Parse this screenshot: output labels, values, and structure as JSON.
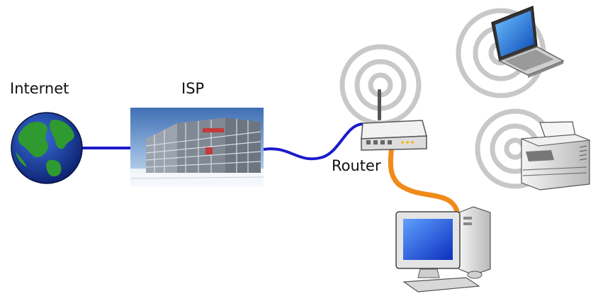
{
  "diagram": {
    "nodes": [
      {
        "id": "internet",
        "label": "Internet",
        "icon": "globe-icon"
      },
      {
        "id": "isp",
        "label": "ISP",
        "icon": "building-photo"
      },
      {
        "id": "router",
        "label": "Router",
        "icon": "wireless-router-icon"
      },
      {
        "id": "laptop",
        "label": "",
        "icon": "laptop-icon"
      },
      {
        "id": "printer",
        "label": "",
        "icon": "printer-icon"
      },
      {
        "id": "desktop",
        "label": "",
        "icon": "desktop-computer-icon"
      }
    ],
    "edges": [
      {
        "from": "internet",
        "to": "isp",
        "kind": "wired",
        "color": "#1a1acc"
      },
      {
        "from": "isp",
        "to": "router",
        "kind": "wired",
        "color": "#1a1acc"
      },
      {
        "from": "router",
        "to": "desktop",
        "kind": "wired",
        "color": "#f08a1a"
      },
      {
        "from": "router",
        "to": "laptop",
        "kind": "wireless",
        "color": "#c8c8c8"
      },
      {
        "from": "router",
        "to": "printer",
        "kind": "wireless",
        "color": "#c8c8c8"
      }
    ]
  }
}
